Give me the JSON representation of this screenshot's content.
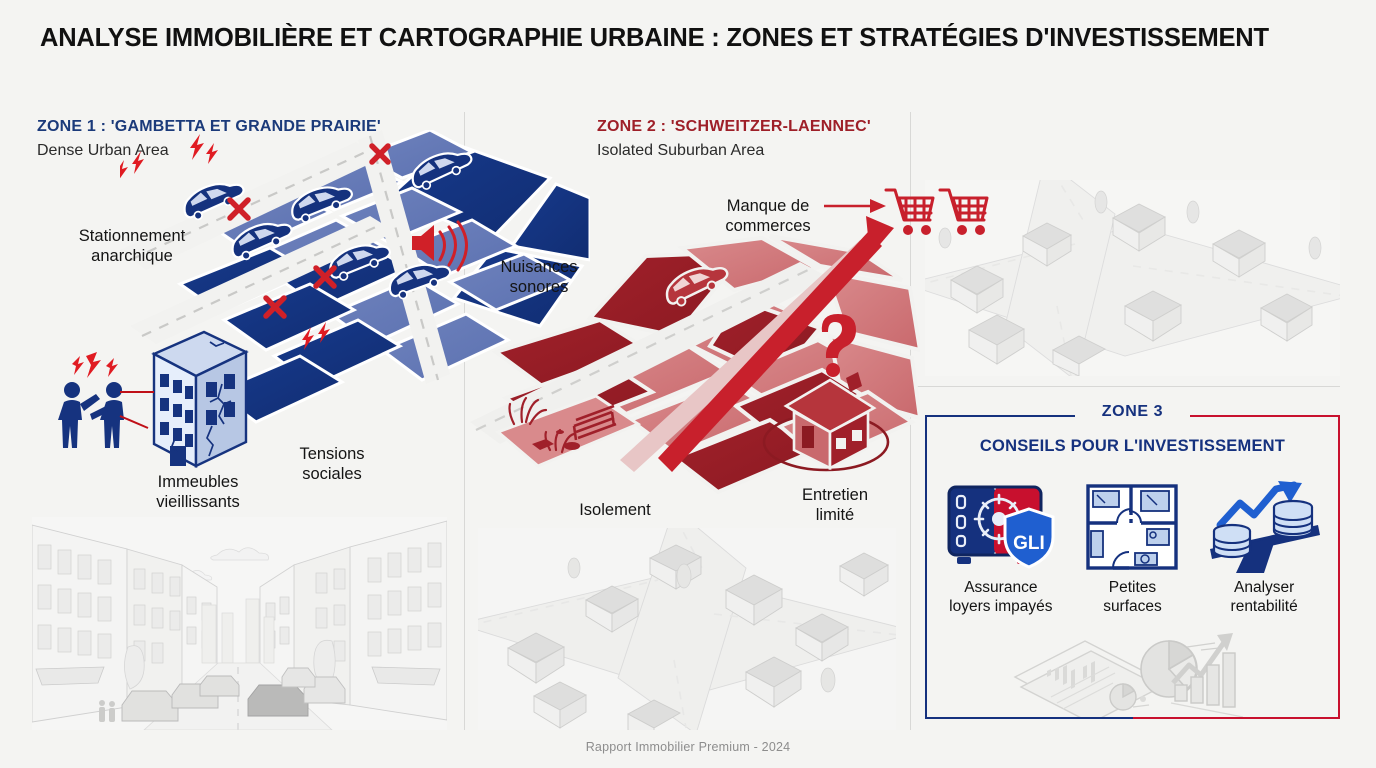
{
  "document": {
    "title": "ANALYSE IMMOBILIÈRE ET CARTOGRAPHIE URBAINE : ZONES ET STRATÉGIES D'INVESTISSEMENT",
    "footer": "Rapport Immobilier Premium - 2024"
  },
  "zone1": {
    "heading": "ZONE 1 : 'GAMBETTA ET GRANDE PRAIRIE'",
    "subheading": "Dense Urban Area",
    "accent": "#1b3a7a",
    "labels": {
      "parking": "Stationnement\nanarchique",
      "parking_line1": "Stationnement",
      "parking_line2": "anarchique",
      "noise_line1": "Nuisances",
      "noise_line2": "sonores",
      "buildings_line1": "Immeubles",
      "buildings_line2": "vieillissants",
      "tensions_line1": "Tensions",
      "tensions_line2": "sociales"
    },
    "icons": [
      "car-icon",
      "red-cross-icon",
      "lightning-bolt-icon",
      "speaker-noise-icon",
      "cracked-building-icon",
      "arguing-people-icon"
    ],
    "map_colors": [
      "#12327c",
      "#1e4591",
      "#5e77b8",
      "#7d8fc4",
      "#2d4e9c"
    ]
  },
  "zone2": {
    "heading": "ZONE 2 : 'SCHWEITZER-LAENNEC'",
    "subheading": "Isolated Suburban Area",
    "accent": "#9e1f28",
    "labels": {
      "shops_line1": "Manque de",
      "shops_line2": "commerces",
      "isolation": "Isolement",
      "upkeep_line1": "Entretien",
      "upkeep_line2": "limité"
    },
    "icons": [
      "shopping-cart-icon",
      "red-arrow-icon",
      "car-icon",
      "question-mark-icon",
      "house-icon",
      "overgrown-lot-icon",
      "bench-icon"
    ],
    "map_colors": [
      "#a0202a",
      "#8d1b24",
      "#cf6f73",
      "#d98a8c",
      "#b83a40"
    ]
  },
  "zone3": {
    "tag": "ZONE 3",
    "title": "CONSEILS POUR L'INVESTISSEMENT",
    "border_left_color": "#15317e",
    "border_right_color": "#c8102e",
    "cards": [
      {
        "icon": "safe-vault-icon",
        "badge": "GLI",
        "caption_line1": "Assurance",
        "caption_line2": "loyers impayés"
      },
      {
        "icon": "floor-plan-icon",
        "badge": "",
        "caption_line1": "Petites",
        "caption_line2": "surfaces"
      },
      {
        "icon": "balance-scale-growth-icon",
        "badge": "",
        "caption_line1": "Analyser",
        "caption_line2": "rentabilité"
      }
    ],
    "decor_icon": "charts-documents-icon"
  },
  "background_art": {
    "city_street": "grayscale-city-street-illustration",
    "suburb_center": "grayscale-suburban-aerial-illustration",
    "suburb_right": "grayscale-suburban-aerial-illustration"
  }
}
